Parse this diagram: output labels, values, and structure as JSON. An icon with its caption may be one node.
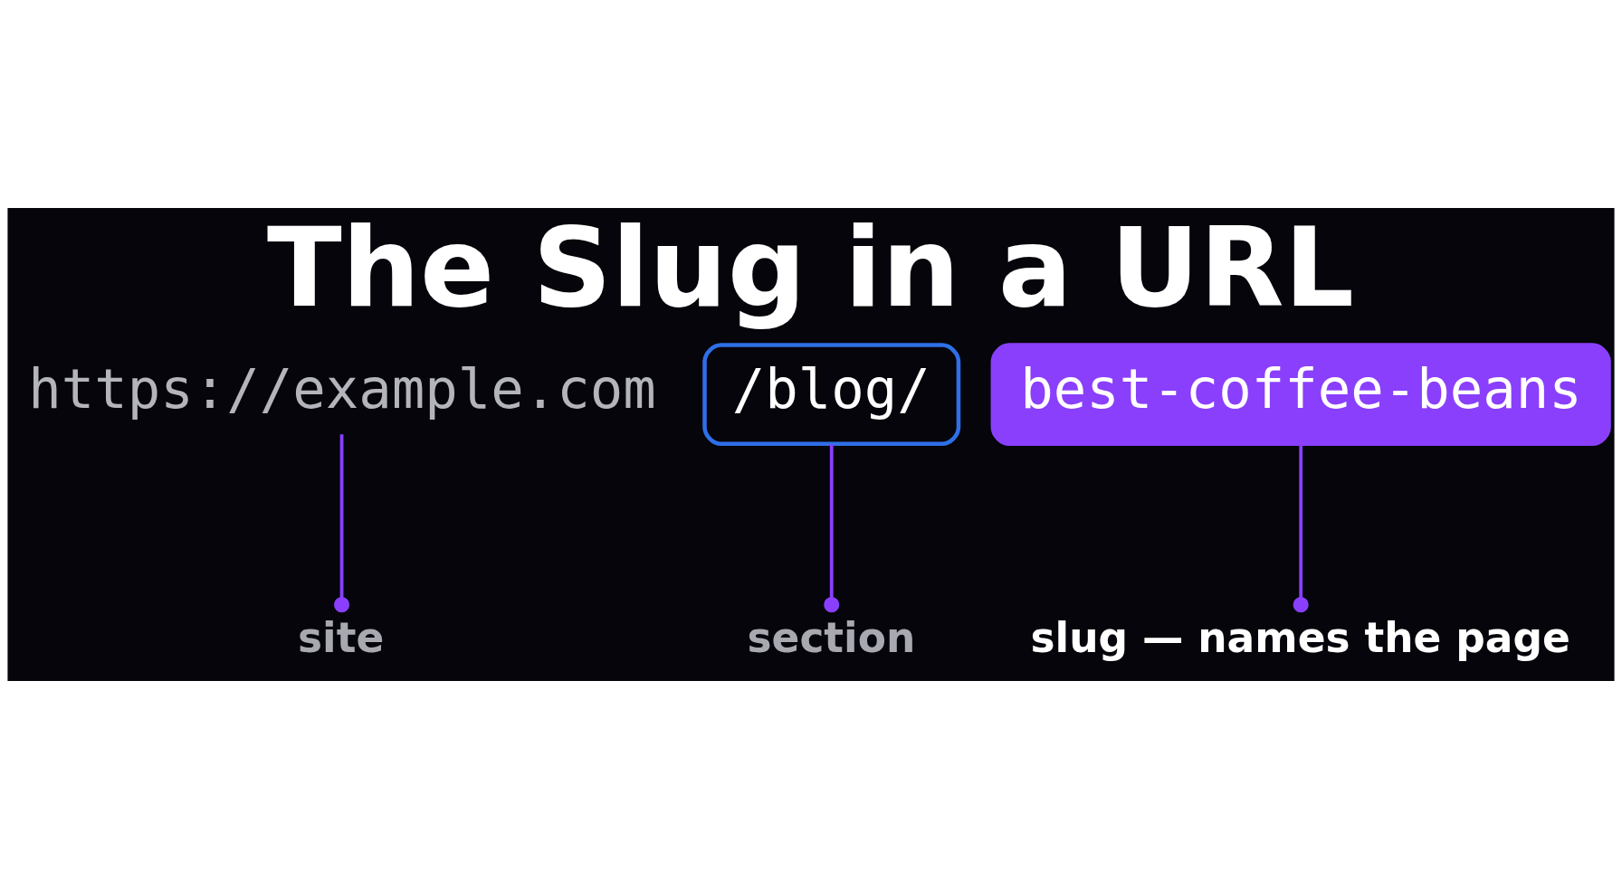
{
  "diagram": {
    "title": "The Slug in a URL",
    "nodes": [
      {
        "text": [
          "https://example.com"
        ]
      },
      {
        "text": [
          "/blog/"
        ]
      },
      {
        "text": [
          "best-coffee-beans"
        ]
      },
      {
        "text": [
          "site"
        ]
      },
      {
        "text": [
          "section"
        ]
      },
      {
        "text": [
          "slug — names the page"
        ]
      }
    ],
    "edges": [
      {
        "from": 3,
        "to": 0,
        "arrow": "other"
      },
      {
        "from": 4,
        "to": 1,
        "arrow": "other"
      },
      {
        "from": 5,
        "to": 2,
        "arrow": "other"
      }
    ]
  }
}
